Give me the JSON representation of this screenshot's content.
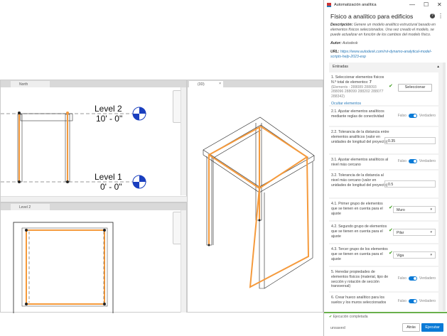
{
  "views": {
    "north": {
      "tab": "North",
      "level2_name": "Level 2",
      "level2_elev": "10' - 0\"",
      "level1_name": "Level 1",
      "level1_elev": "0' - 0\""
    },
    "plan": {
      "tab": "Level 2"
    },
    "three_d": {
      "tab": "(3D)",
      "close": "×"
    }
  },
  "panel": {
    "window_title": "Automatización analítica",
    "minimize": "—",
    "maximize": "☐",
    "close": "✕",
    "title": "Físico a analítico para edificios",
    "help": "?",
    "more": "⋮",
    "description_label": "Descripción:",
    "description": "Genere un modelo analítico estructural basado en elementos físicos seleccionados. Una vez creado el modelo, se puede actualizar en función de los cambios del modelo físico.",
    "author_label": "Autor:",
    "author": "Autodesk",
    "url_label": "URL:",
    "url": "https://www.autodesk.com/rvt-dynamo-analytical-model-scripts-help-2023-esp",
    "inputs_header": "Entradas",
    "collapse": "▴",
    "select": {
      "label": "1. Seleccionar elementos físicos",
      "count_label": "N.º total de elementos:",
      "count": "7",
      "elements": "(Elements : 288089 288093 288096 288099 288202 288077 288342)",
      "button": "Seleccionar",
      "hide": "Ocultar elementos"
    },
    "false_label": "Falso",
    "true_label": "Verdadero",
    "rows": [
      {
        "label": "2.1. Ajustar elementos analíticos mediante reglas de conectividad",
        "type": "toggle"
      },
      {
        "label": "2.2. Tolerancia de la distancia entre elementos analíticos (valor en unidades de longitud del proyecto)",
        "type": "input",
        "value": "0.35"
      },
      {
        "label": "3.1. Ajustar elementos analíticos al nivel más cercano",
        "type": "toggle"
      },
      {
        "label": "3.2. Tolerancia de la distancia al nivel más cercano (valor en unidades de longitud del proyecto)",
        "type": "input",
        "value": "0.5"
      },
      {
        "label": "4.1. Primer grupo de elementos que se tienen en cuenta para el ajuste",
        "type": "select",
        "value": "Muro"
      },
      {
        "label": "4.2. Segundo grupo de elementos que se tienen en cuenta para el ajuste",
        "type": "select",
        "value": "Pilar"
      },
      {
        "label": "4.3. Tercer grupo de los elementos que se tienen en cuenta para el ajuste",
        "type": "select",
        "value": "Viga"
      },
      {
        "label": "5. Heredar propiedades de elementos físicos (material, tipo de sección y rotación de sección transversal)",
        "type": "toggle"
      },
      {
        "label": "6. Crear hueco analítico para los suelos y los muros seleccionados",
        "type": "toggle"
      }
    ],
    "status": "Ejecución completada",
    "unsaved": "unsaved",
    "back": "Atrás",
    "run": "Ejecutar",
    "accent": "#0a7ad6",
    "status_color": "#6ab04c"
  }
}
